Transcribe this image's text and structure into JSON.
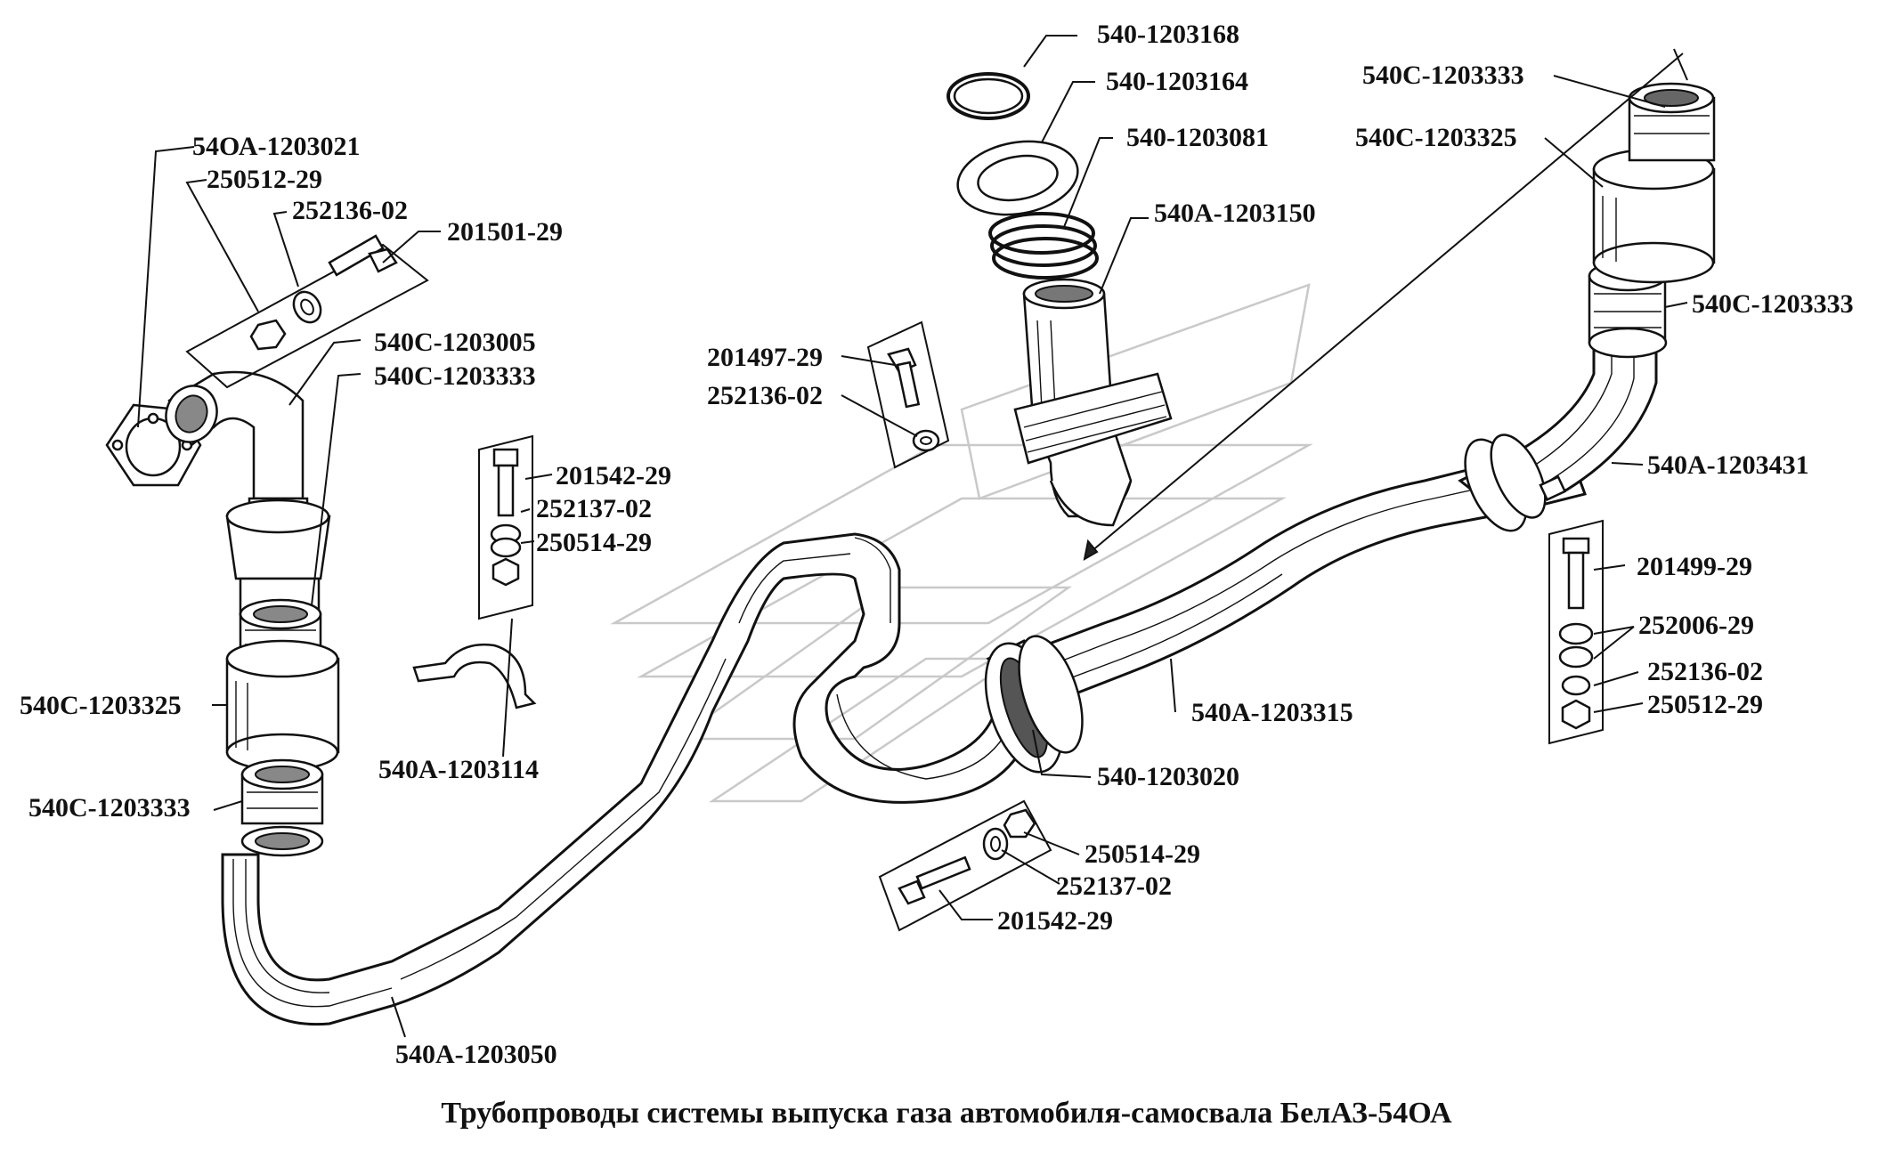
{
  "caption": "Трубопроводы системы выпуска газа автомобиля-самосвала БелАЗ-54ОА",
  "labels": {
    "l01": "540-1203168",
    "l02": "540-1203164",
    "l03": "540С-1203333",
    "l04": "540-1203081",
    "l05": "540С-1203325",
    "l06": "54ОА-1203021",
    "l07": "250512-29",
    "l08": "252136-02",
    "l09": "201501-29",
    "l10": "540А-1203150",
    "l11": "540С-1203333",
    "l12": "201497-29",
    "l13": "252136-02",
    "l14": "540С-1203005",
    "l15": "540С-1203333",
    "l16": "201542-29",
    "l17": "252137-02",
    "l18": "250514-29",
    "l19": "540А-1203431",
    "l20": "201499-29",
    "l21": "252006-29",
    "l22": "252136-02",
    "l23": "250512-29",
    "l24": "540С-1203325",
    "l25": "540А-1203315",
    "l26": "540А-1203114",
    "l27": "540-1203020",
    "l28": "540С-1203333",
    "l29": "250514-29",
    "l30": "252137-02",
    "l31": "201542-29",
    "l32": "540А-1203050"
  }
}
